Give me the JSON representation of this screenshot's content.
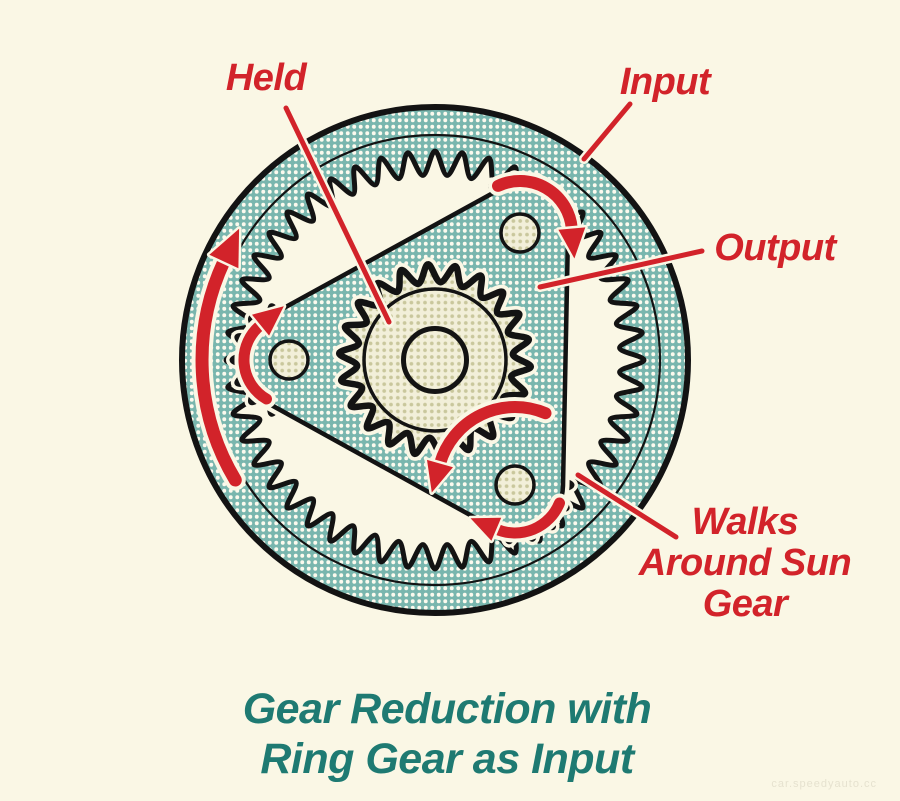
{
  "labels": {
    "held": "Held",
    "input": "Input",
    "output": "Output",
    "walks_lines": [
      "Walks",
      "Around Sun",
      "Gear"
    ]
  },
  "title": {
    "line1": "Gear Reduction with",
    "line2": "Ring Gear as Input"
  },
  "watermark": "car.speedyauto.cc",
  "colors": {
    "background": "#FAF7E5",
    "label_red": "#D2232A",
    "arrow_red": "#D2232A",
    "title_teal": "#1E7A72",
    "gear_teal": "#79B6AE",
    "halftone_dot_white": "#FCFAEE",
    "gear_cream": "#F2EFD9",
    "halftone_dot_olive": "#C9C79C",
    "outline_black": "#131313"
  },
  "diagram": {
    "type": "planetary-gear-set",
    "annotations": [
      {
        "label": "Held",
        "points_to": "sun-gear"
      },
      {
        "label": "Input",
        "points_to": "ring-gear"
      },
      {
        "label": "Output",
        "points_to": "planet-carrier"
      },
      {
        "label": "Walks Around Sun Gear",
        "points_to": "planet-gear"
      }
    ]
  }
}
